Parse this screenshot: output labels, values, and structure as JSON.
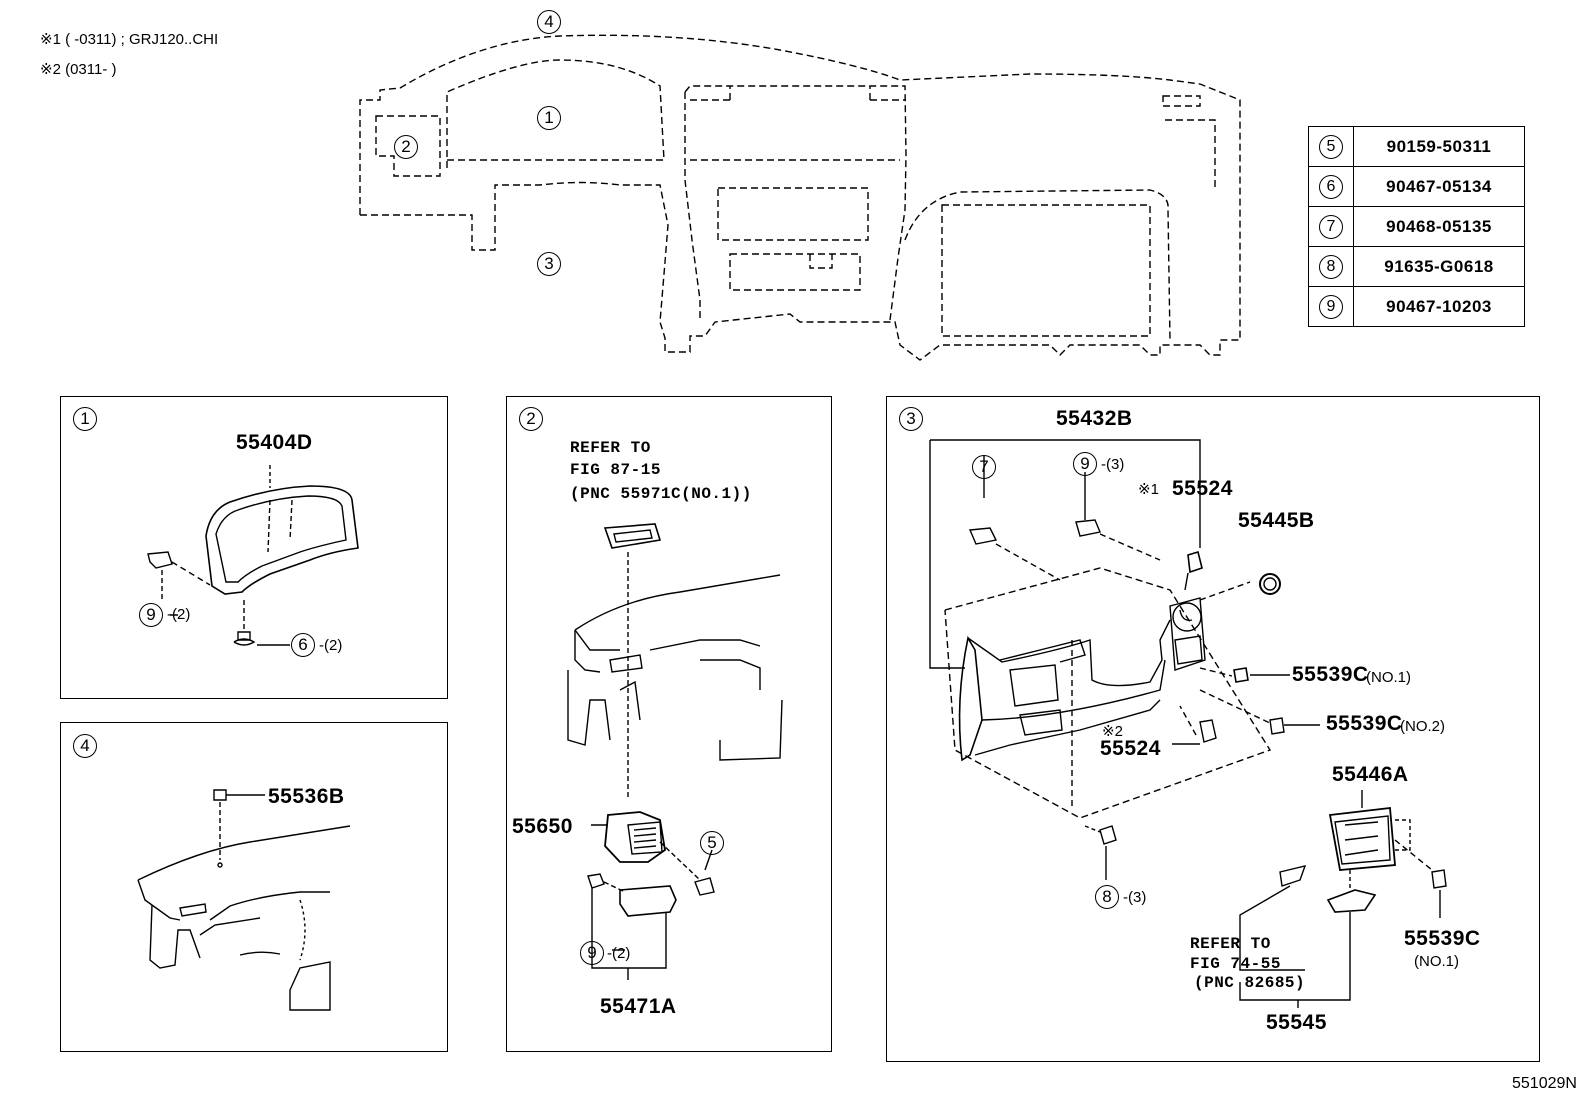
{
  "notes": {
    "n1": "※1 (     -0311) ; GRJ120..CHI",
    "n2": "※2 (0311-     )"
  },
  "callouts": {
    "c1": "1",
    "c2": "2",
    "c3": "3",
    "c4": "4",
    "c5": "5",
    "c6": "6",
    "c7": "7",
    "c8": "8",
    "c9": "9"
  },
  "spec_table": [
    {
      "key": "5",
      "value": "90159-50311"
    },
    {
      "key": "6",
      "value": "90467-05134"
    },
    {
      "key": "7",
      "value": "90468-05135"
    },
    {
      "key": "8",
      "value": "91635-G0618"
    },
    {
      "key": "9",
      "value": "90467-10203"
    }
  ],
  "panel1": {
    "part_55404D": "55404D",
    "qty_9": "-(2)",
    "qty_6": "-(2)"
  },
  "panel4": {
    "part_55536B": "55536B"
  },
  "panel2": {
    "refer_line1": "REFER TO",
    "refer_line2": "FIG 87-15",
    "refer_line3": "(PNC 55971C(NO.1))",
    "part_55650": "55650",
    "part_55471A": "55471A",
    "qty_9": "-(2)"
  },
  "panel3": {
    "part_55432B": "55432B",
    "qty_9": "-(3)",
    "mark1": "※1",
    "part_55524_a": "55524",
    "part_55445B": "55445B",
    "part_55539C_no1": "55539C",
    "no1": "(NO.1)",
    "part_55539C_no2": "55539C",
    "no2": "(NO.2)",
    "mark2": "※2",
    "part_55524_b": "55524",
    "part_55446A": "55446A",
    "qty_8": "-(3)",
    "refer_line1": "REFER TO",
    "refer_line2": "FIG 74-55",
    "refer_line3": "(PNC 82685)",
    "part_55545": "55545",
    "part_55539C_b": "55539C",
    "no1_b": "(NO.1)"
  },
  "figure_code": "551029N"
}
